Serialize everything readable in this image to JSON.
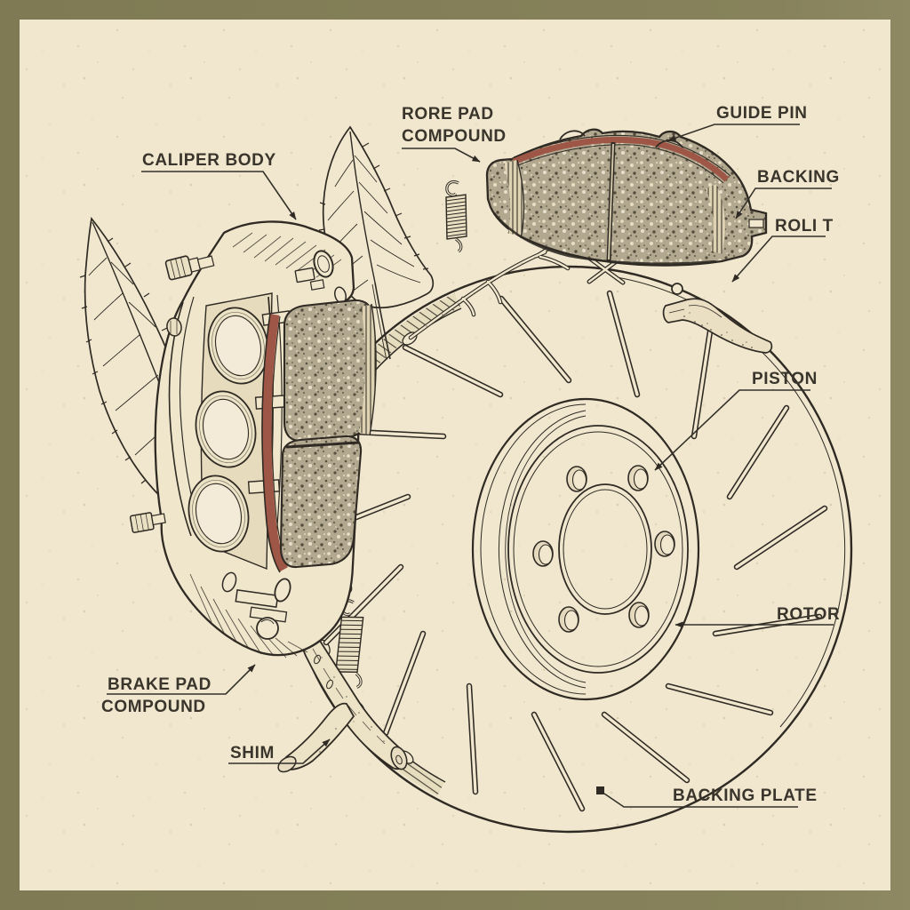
{
  "diagram": {
    "subject": "disc-brake-exploded-illustration",
    "labels": {
      "caliper_body": "CALIPER BODY",
      "rore_pad_1": "RORE PAD",
      "rore_pad_2": "COMPOUND",
      "guide_pin": "GUIDE PIN",
      "backing": "BACKING",
      "roli_t": "ROLI T",
      "piston": "PISTON",
      "rotor": "ROTOR",
      "brake_pad_1": "BRAKE PAD",
      "brake_pad_2": "COMPOUND",
      "shim": "SHIM",
      "backing_plate": "BACKING PLATE"
    },
    "colors": {
      "paper": "#f0e7ce",
      "frame": "#847f58",
      "ink": "#2f2a23",
      "label_ink": "#3a352c",
      "pad_backing_red": "#9e5646",
      "friction_material": "#b2a890"
    }
  }
}
